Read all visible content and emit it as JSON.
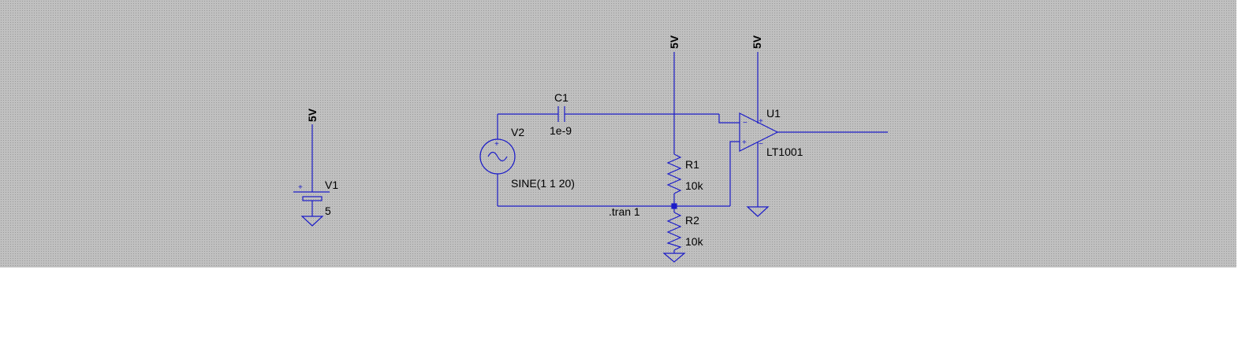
{
  "schematic": {
    "colors": {
      "wire": "#1c1cc8",
      "background": "#c0c0c0",
      "text": "#000000"
    },
    "net_labels": {
      "v1_supply": "5V",
      "r1_supply": "5V",
      "u1_supply": "5V"
    },
    "components": {
      "v1": {
        "name": "V1",
        "value": "5"
      },
      "v2": {
        "name": "V2",
        "value": "SINE(1 1 20)"
      },
      "c1": {
        "name": "C1",
        "value": "1e-9"
      },
      "r1": {
        "name": "R1",
        "value": "10k"
      },
      "r2": {
        "name": "R2",
        "value": "10k"
      },
      "u1": {
        "name": "U1",
        "value": "LT1001"
      }
    },
    "directive": ".tran 1"
  }
}
